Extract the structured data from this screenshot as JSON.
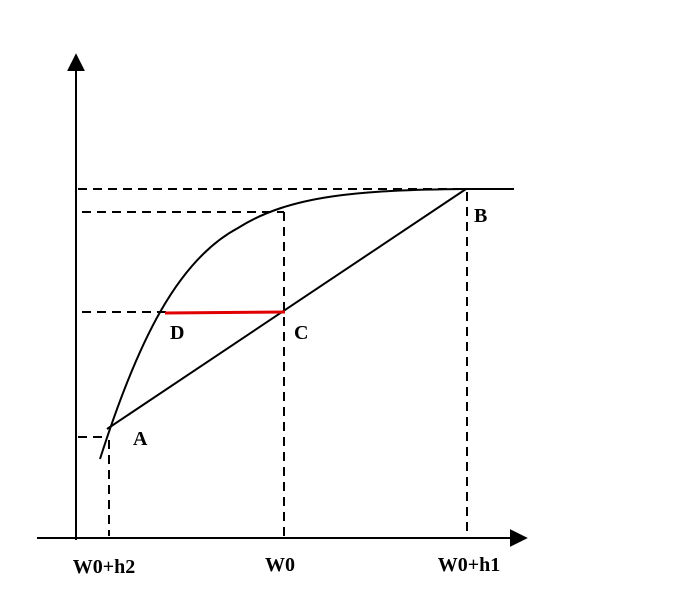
{
  "diagram": {
    "points": {
      "a": "A",
      "b": "B",
      "c": "C",
      "d": "D"
    },
    "x_ticks": {
      "left": "W0+h2",
      "mid": "W0",
      "right": "W0+h1"
    },
    "colors": {
      "ink": "#000000",
      "highlight": "#e00000"
    }
  }
}
